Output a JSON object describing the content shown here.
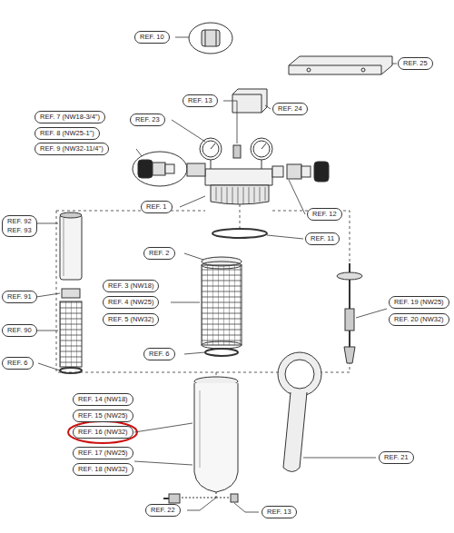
{
  "diagram": {
    "nodes": [
      {
        "text": [
          "REF. 10"
        ]
      },
      {
        "text": [
          "REF. 25"
        ]
      },
      {
        "text": [
          "REF. 13"
        ]
      },
      {
        "text": [
          "REF. 24"
        ]
      },
      {
        "text": [
          "REF. 7 (NW18-3/4\")"
        ]
      },
      {
        "text": [
          "REF. 23"
        ]
      },
      {
        "text": [
          "REF. 8 (NW25-1\")"
        ]
      },
      {
        "text": [
          "REF. 9 (NW32-11/4\")"
        ]
      },
      {
        "text": [
          "REF. 1"
        ]
      },
      {
        "text": [
          "REF. 12"
        ]
      },
      {
        "text": [
          "REF. 92",
          "REF. 93"
        ]
      },
      {
        "text": [
          "REF. 11"
        ]
      },
      {
        "text": [
          "REF. 2"
        ]
      },
      {
        "text": [
          "REF. 3 (NW18)"
        ]
      },
      {
        "text": [
          "REF. 91"
        ]
      },
      {
        "text": [
          "REF. 4 (NW25)"
        ]
      },
      {
        "text": [
          "REF. 19 (NW25)"
        ]
      },
      {
        "text": [
          "REF. 5 (NW32)"
        ]
      },
      {
        "text": [
          "REF. 20 (NW32)"
        ]
      },
      {
        "text": [
          "REF. 90"
        ]
      },
      {
        "text": [
          "REF. 6"
        ]
      },
      {
        "text": [
          "REF. 6"
        ]
      },
      {
        "text": [
          "REF. 14 (NW18)"
        ]
      },
      {
        "text": [
          "REF. 15 (NW25)"
        ]
      },
      {
        "text": [
          "REF. 16 (NW32)"
        ]
      },
      {
        "text": [
          "REF. 21"
        ]
      },
      {
        "text": [
          "REF. 17 (NW25)"
        ]
      },
      {
        "text": [
          "REF. 18 (NW32)"
        ]
      },
      {
        "text": [
          "REF. 22"
        ]
      },
      {
        "text": [
          "REF. 13"
        ]
      }
    ]
  }
}
